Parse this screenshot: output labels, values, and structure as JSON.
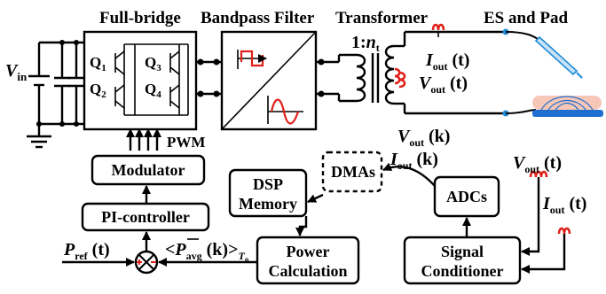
{
  "headers": {
    "full_bridge": "Full-bridge",
    "bandpass_filter": "Bandpass Filter",
    "transformer": "Transformer",
    "es_and_pad": "ES and Pad"
  },
  "labels": {
    "vin_main": "V",
    "vin_sub": "in",
    "q1_main": "Q",
    "q1_sub": "1",
    "q2_main": "Q",
    "q2_sub": "2",
    "q3_main": "Q",
    "q3_sub": "3",
    "q4_main": "Q",
    "q4_sub": "4",
    "ratio_main": "1:",
    "ratio_n": "n",
    "ratio_sub": "t",
    "iout_main": "I",
    "iout_sub": "out",
    "iout_arg": " (t)",
    "vout_main": "V",
    "vout_sub": "out",
    "vout_arg": " (t)",
    "pwm": "PWM",
    "vout_k_main": "V",
    "vout_k_sub": "out",
    "vout_k_arg": " (k)",
    "iout_k_main": "I",
    "iout_k_sub": "out",
    "iout_k_arg": " (k)",
    "pavg_open": "<",
    "pavg_p": "P",
    "pavg_sub": "avg",
    "pavg_arg": " (k)>",
    "pavg_to": "T",
    "pavg_to_sub": "o",
    "pref_main": "P",
    "pref_sub": "ref",
    "pref_arg": " (t)",
    "vout_t2_main": "V",
    "vout_t2_sub": "out",
    "vout_t2_arg": " (t)",
    "iout_t2_main": "I",
    "iout_t2_sub": "out",
    "iout_t2_arg": " (t)"
  },
  "blocks": {
    "modulator": "Modulator",
    "pi_controller": "PI-controller",
    "dsp_line1": "DSP",
    "dsp_line2": "Memory",
    "dmas": "DMAs",
    "adcs": "ADCs",
    "power_line1": "Power",
    "power_line2": "Calculation",
    "signal_line1": "Signal",
    "signal_line2": "Conditioner"
  },
  "colors": {
    "accent_red": "#e0201a",
    "probe_blue": "#1f8ad6",
    "pad_pink": "#f6c6b6",
    "pad_blue": "#1f6fd0"
  }
}
